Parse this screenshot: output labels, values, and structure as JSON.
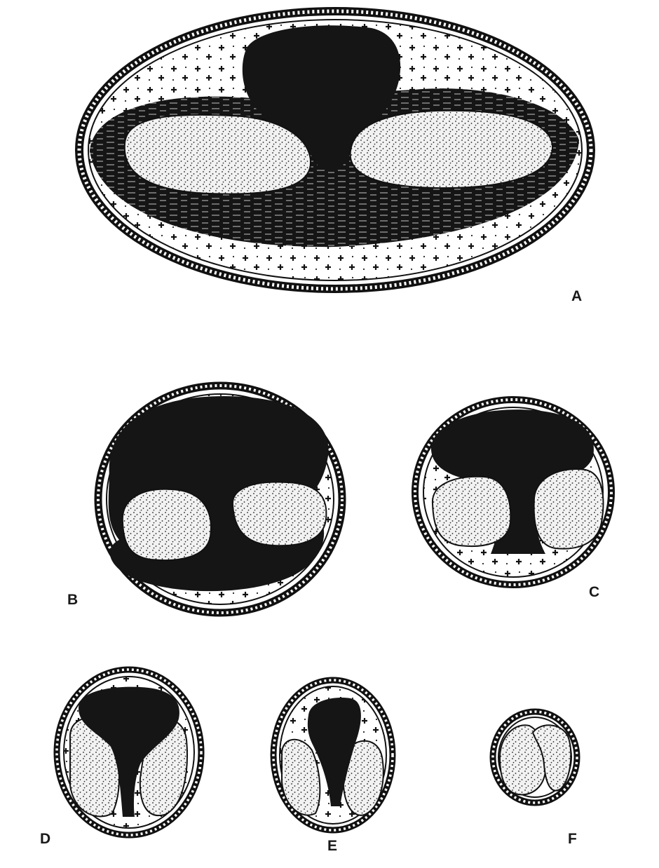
{
  "figure": {
    "panels": [
      {
        "id": "A",
        "label": "A"
      },
      {
        "id": "B",
        "label": "B"
      },
      {
        "id": "C",
        "label": "C"
      },
      {
        "id": "D",
        "label": "D"
      },
      {
        "id": "E",
        "label": "E"
      },
      {
        "id": "F",
        "label": "F"
      }
    ],
    "colors": {
      "ink": "#151515",
      "background": "#ffffff",
      "stipple_fill": "#f2f2f2"
    },
    "icons": [
      "plus-mark",
      "stipple-dot",
      "ring-bead"
    ]
  }
}
